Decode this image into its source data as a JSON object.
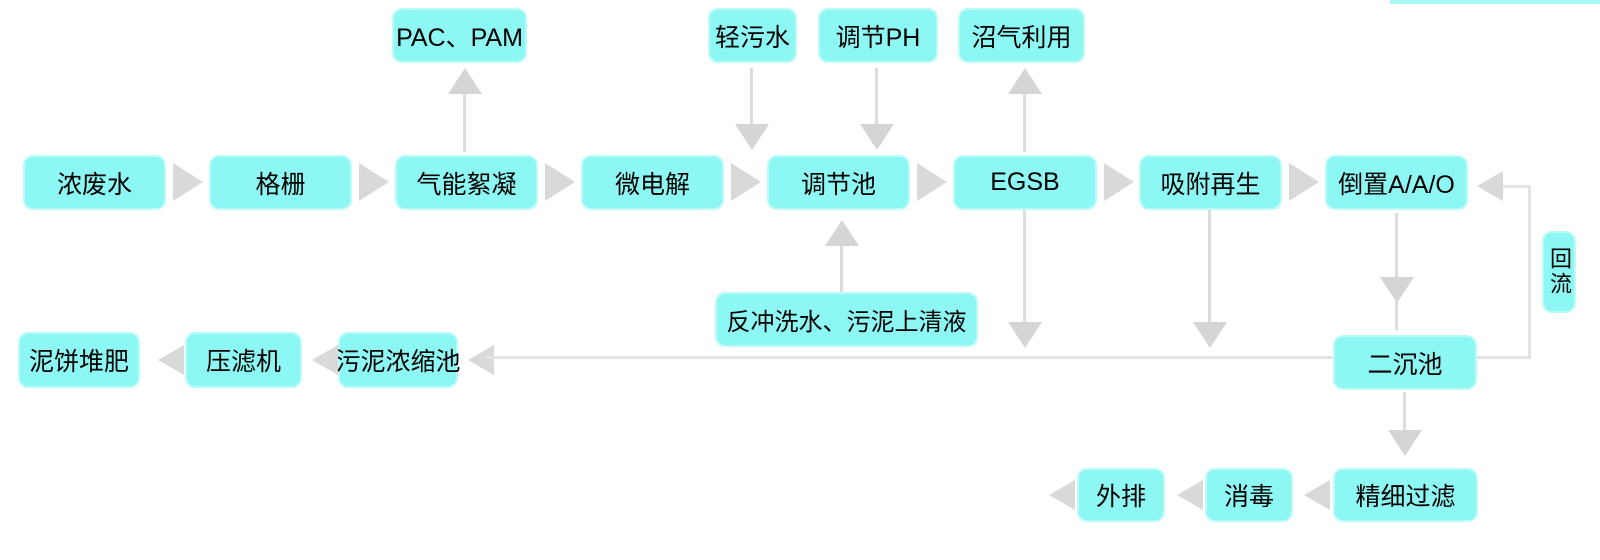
{
  "diagram": {
    "type": "flowchart",
    "language": "zh-CN",
    "topic": "wastewater treatment process flow",
    "edges": [
      "浓废水→格栅",
      "格栅→气能絮凝",
      "气能絮凝→微电解",
      "微电解→调节池",
      "调节池→EGSB",
      "EGSB→吸附再生",
      "吸附再生→倒置A/A/O",
      "气能絮凝→PAC、PAM",
      "轻污水→调节池",
      "调节PH→调节池",
      "EGSB→沼气利用",
      "反冲洗水、污泥上清液→调节池",
      "EGSB→污泥线",
      "吸附再生→污泥线",
      "倒置A/A/O→二沉池",
      "二沉池→污泥浓缩池",
      "污泥浓缩池→压滤机",
      "压滤机→泥饼堆肥",
      "二沉池→倒置A/A/O (回流)",
      "二沉池→精细过滤",
      "精细过滤→消毒",
      "消毒→外排",
      "外排→排出"
    ]
  },
  "nodes": {
    "pac_pam": {
      "label": "PAC、PAM"
    },
    "qing_wushui": {
      "label": "轻污水"
    },
    "tiaojie_ph": {
      "label": "调节PH"
    },
    "zhaoqi": {
      "label": "沼气利用"
    },
    "nongfeishui": {
      "label": "浓废水"
    },
    "geshan": {
      "label": "格栅"
    },
    "qineng": {
      "label": "气能絮凝"
    },
    "weidianjie": {
      "label": "微电解"
    },
    "tiaojiechi": {
      "label": "调节池"
    },
    "egsb": {
      "label": "EGSB"
    },
    "xifu": {
      "label": "吸附再生"
    },
    "daozhi": {
      "label": "倒置A/A/O"
    },
    "huiliu": {
      "label": "回流"
    },
    "fanchong": {
      "label": "反冲洗水、污泥上清液"
    },
    "nibing": {
      "label": "泥饼堆肥"
    },
    "yaluji": {
      "label": "压滤机"
    },
    "wuninongsuo": {
      "label": "污泥浓缩池"
    },
    "erchenchi": {
      "label": "二沉池"
    },
    "waipai": {
      "label": "外排"
    },
    "xiaodu": {
      "label": "消毒"
    },
    "jingxiguolv": {
      "label": "精细过滤"
    }
  },
  "colors": {
    "box_fill": "#8DF7F3",
    "box_border": "#BDFBF8",
    "arrow": "#D9D9D9",
    "line": "#E3E3E3",
    "text": "#000000",
    "background": "#FFFFFF"
  }
}
